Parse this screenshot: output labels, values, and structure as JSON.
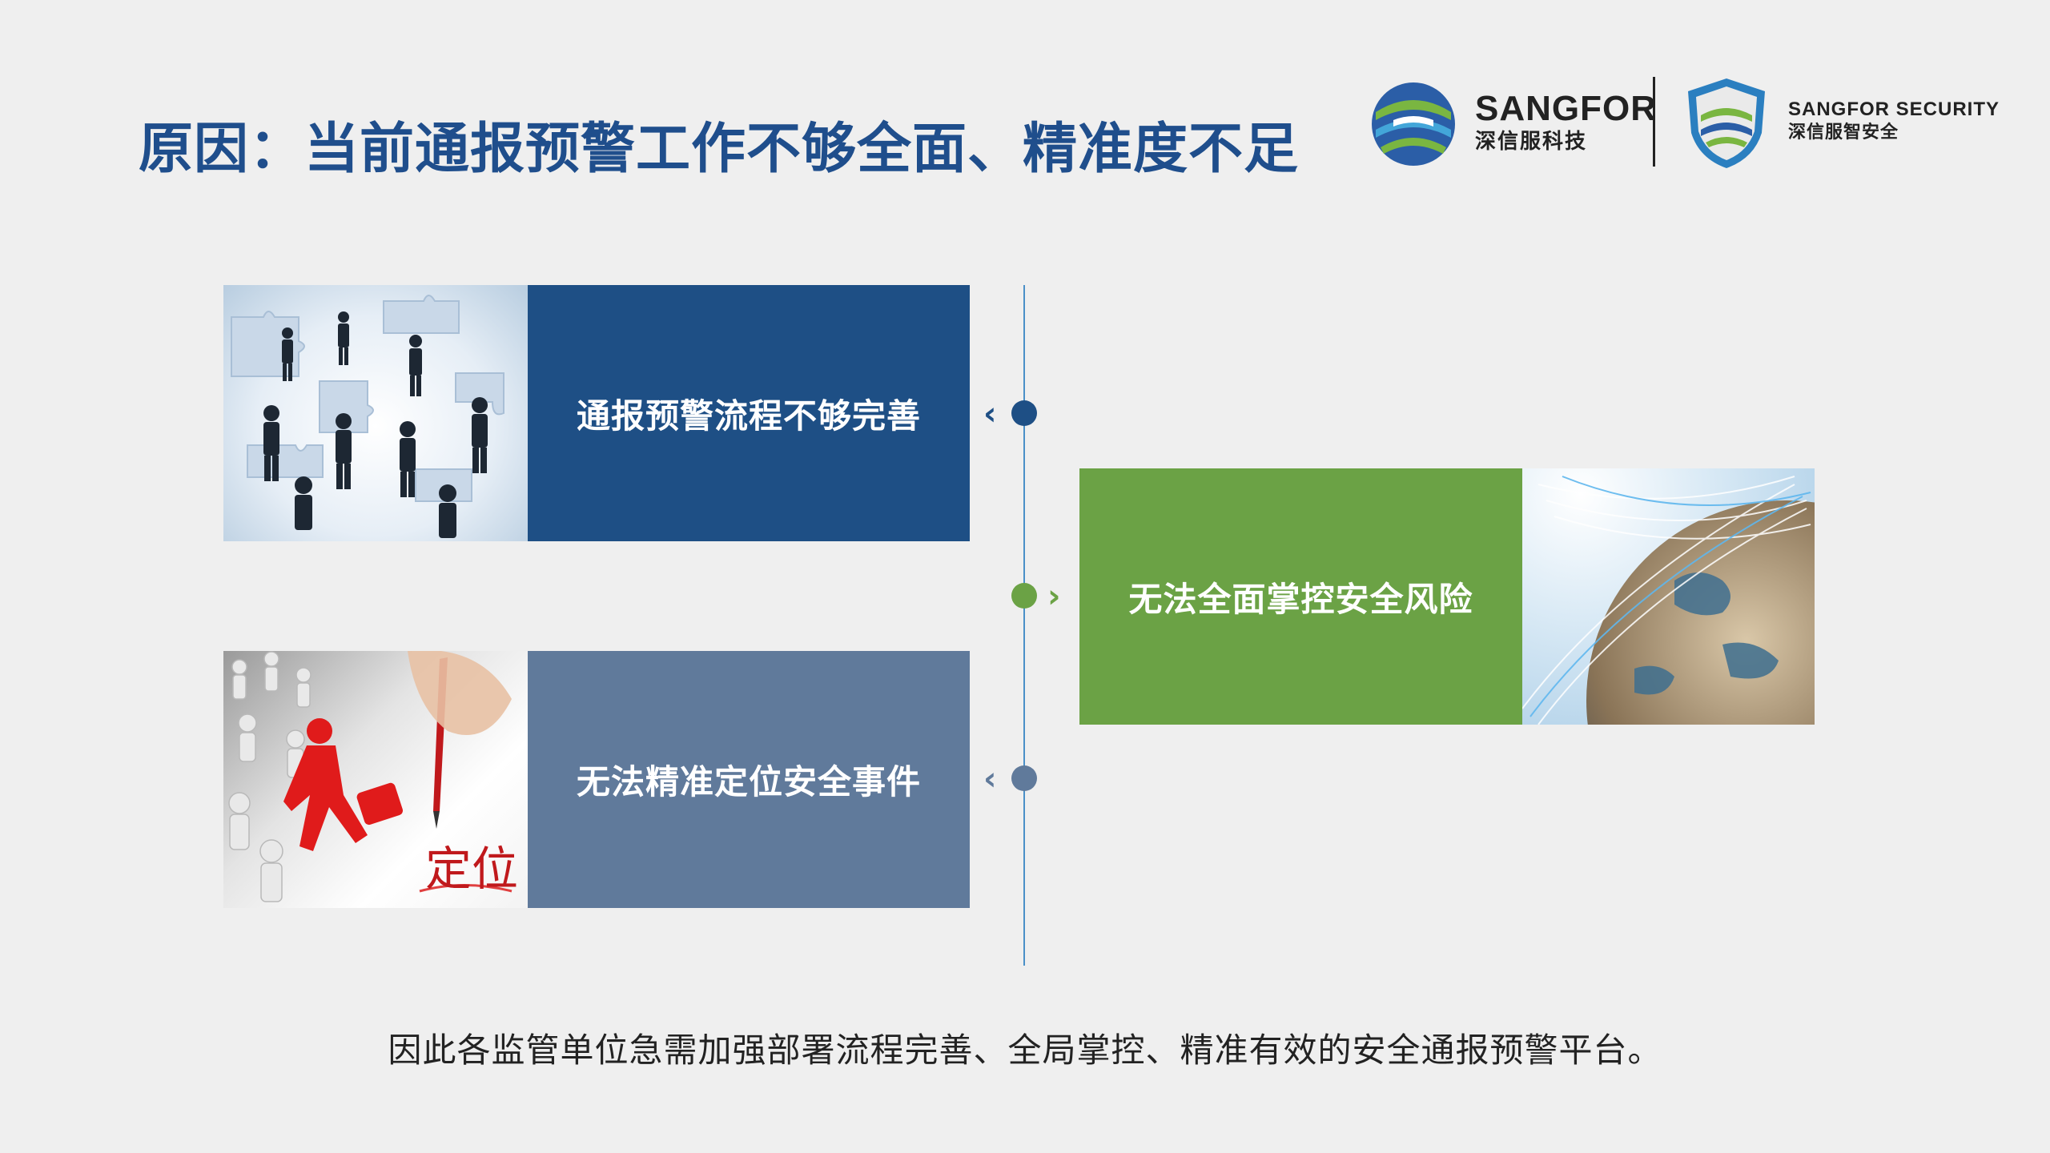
{
  "title": "原因：当前通报预警工作不够全面、精准度不足",
  "logos": {
    "brand1_en": "SANGFOR",
    "brand1_cn": "深信服科技",
    "brand2_en": "SANGFOR SECURITY",
    "brand2_cn": "深信服智安全"
  },
  "cards": [
    {
      "label": "通报预警流程不够完善",
      "color": "#1e4f85"
    },
    {
      "label": "无法全面掌控安全风险",
      "color": "#6ba245"
    },
    {
      "label": "无法精准定位安全事件",
      "color": "#607a9b"
    }
  ],
  "image_caption": "定位",
  "timeline": {
    "dot_colors": [
      "#1e4f85",
      "#6ba245",
      "#607a9b"
    ],
    "line_color": "#4a90c8"
  },
  "footer": "因此各监管单位急需加强部署流程完善、全局掌控、精准有效的安全通报预警平台。"
}
